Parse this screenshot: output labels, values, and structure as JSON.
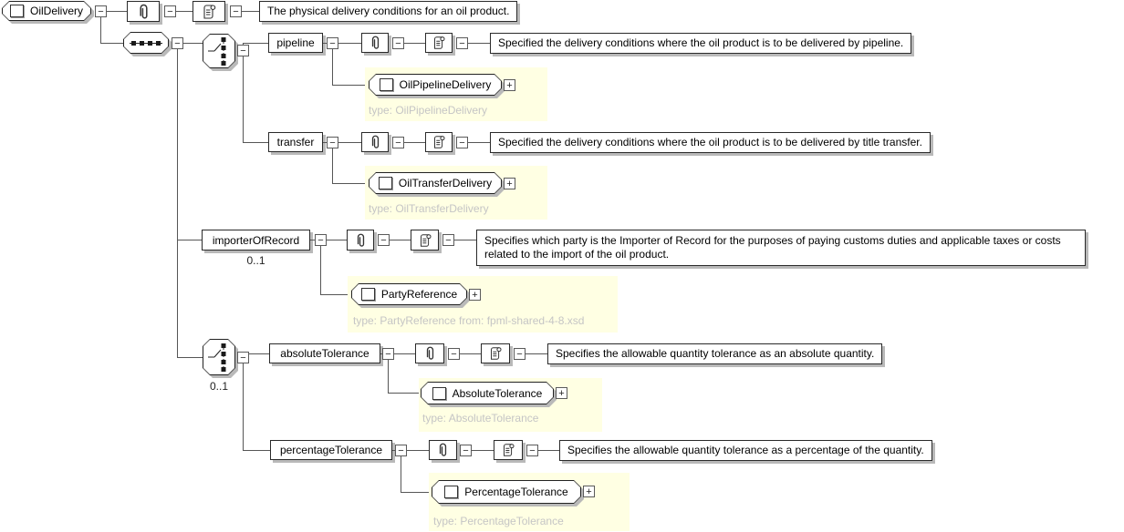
{
  "icons": {
    "minus": "−",
    "plus": "+"
  },
  "diagram": {
    "root": {
      "label": "OilDelivery",
      "doc": "The physical delivery conditions for an oil product."
    },
    "choice1": {
      "pipeline": {
        "name": "pipeline",
        "doc": "Specified the delivery conditions where the oil product is to be delivered by pipeline.",
        "type_label": "OilPipelineDelivery",
        "type_note": "type: OilPipelineDelivery"
      },
      "transfer": {
        "name": "transfer",
        "doc": "Specified the delivery conditions where the oil product is to be delivered by title transfer.",
        "type_label": "OilTransferDelivery",
        "type_note": "type: OilTransferDelivery"
      }
    },
    "importerOfRecord": {
      "name": "importerOfRecord",
      "occurs": "0..1",
      "doc": "Specifies which party is the Importer of Record for the purposes of paying customs duties and applicable taxes or costs related to the import of the oil product.",
      "type_label": "PartyReference",
      "type_note": "type: PartyReference from: fpml-shared-4-8.xsd"
    },
    "choice2": {
      "occurs": "0..1",
      "absoluteTolerance": {
        "name": "absoluteTolerance",
        "doc": "Specifies the allowable quantity tolerance as an absolute quantity.",
        "type_label": "AbsoluteTolerance",
        "type_note": "type: AbsoluteTolerance"
      },
      "percentageTolerance": {
        "name": "percentageTolerance",
        "doc": "Specifies the allowable quantity tolerance as a percentage of the quantity.",
        "type_label": "PercentageTolerance",
        "type_note": "type: PercentageTolerance"
      }
    }
  }
}
